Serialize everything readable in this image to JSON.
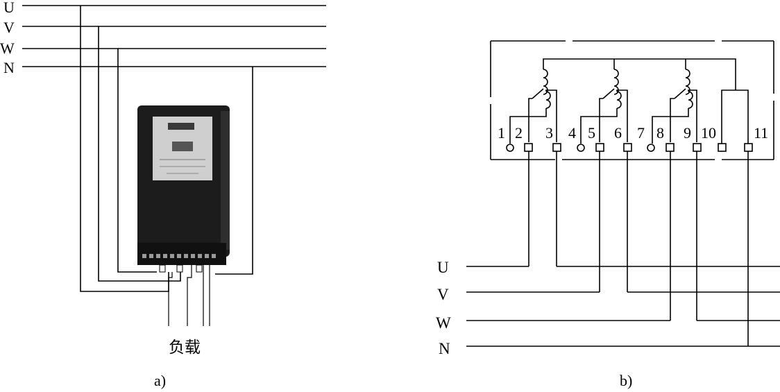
{
  "panel_a": {
    "bus_labels": [
      "U",
      "V",
      "W",
      "N"
    ],
    "load_label": "负载",
    "caption": "a)"
  },
  "panel_b": {
    "terminal_numbers": [
      "1",
      "2",
      "3",
      "4",
      "5",
      "6",
      "7",
      "8",
      "9",
      "10",
      "11"
    ],
    "line_labels": [
      "U",
      "V",
      "W",
      "N"
    ],
    "caption": "b)"
  }
}
